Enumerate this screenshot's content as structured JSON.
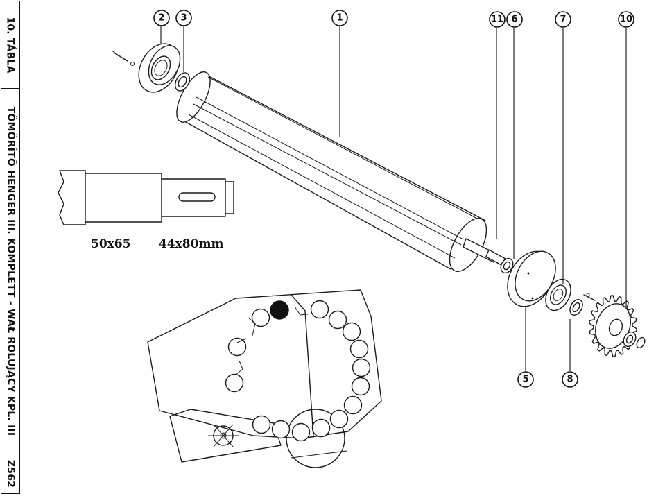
{
  "title_block": {
    "plate": "10. TÁBLA",
    "title": "TÖMÖRÍTŐ HENGER III. KOMPLETT - WAŁ ROLUJĄCY KPL. III",
    "code": "Z562"
  },
  "callouts": [
    "1",
    "2",
    "3",
    "5",
    "6",
    "7",
    "8",
    "10",
    "11"
  ],
  "shaft_dimensions": {
    "journal": "50x65",
    "keyed_end": "44x80mm"
  },
  "highlight_color": "#111111"
}
